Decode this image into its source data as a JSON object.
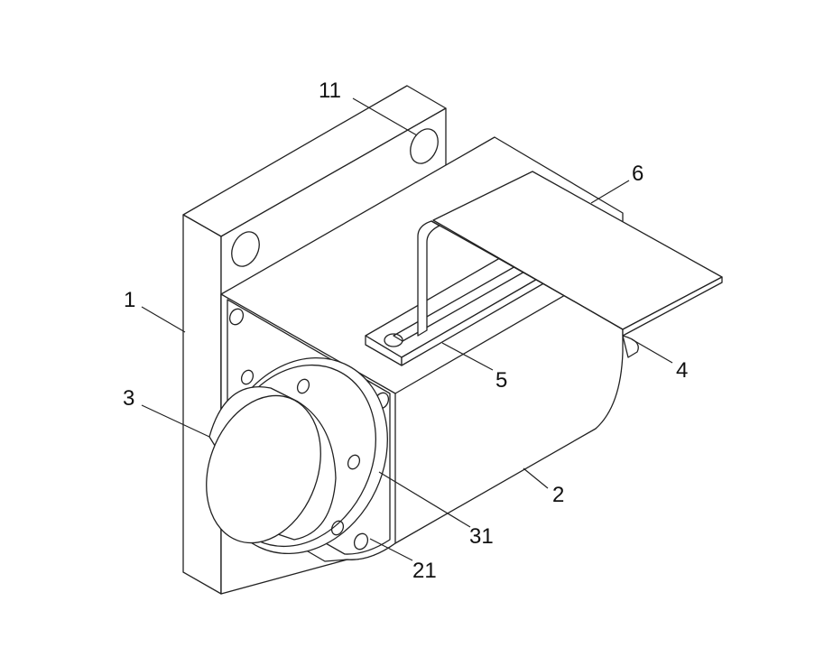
{
  "labels": {
    "l11": "11",
    "l6": "6",
    "l1": "1",
    "l5": "5",
    "l4": "4",
    "l3": "3",
    "l2": "2",
    "l31": "31",
    "l21": "21"
  },
  "colors": {
    "line": "#222222",
    "background": "#ffffff"
  }
}
